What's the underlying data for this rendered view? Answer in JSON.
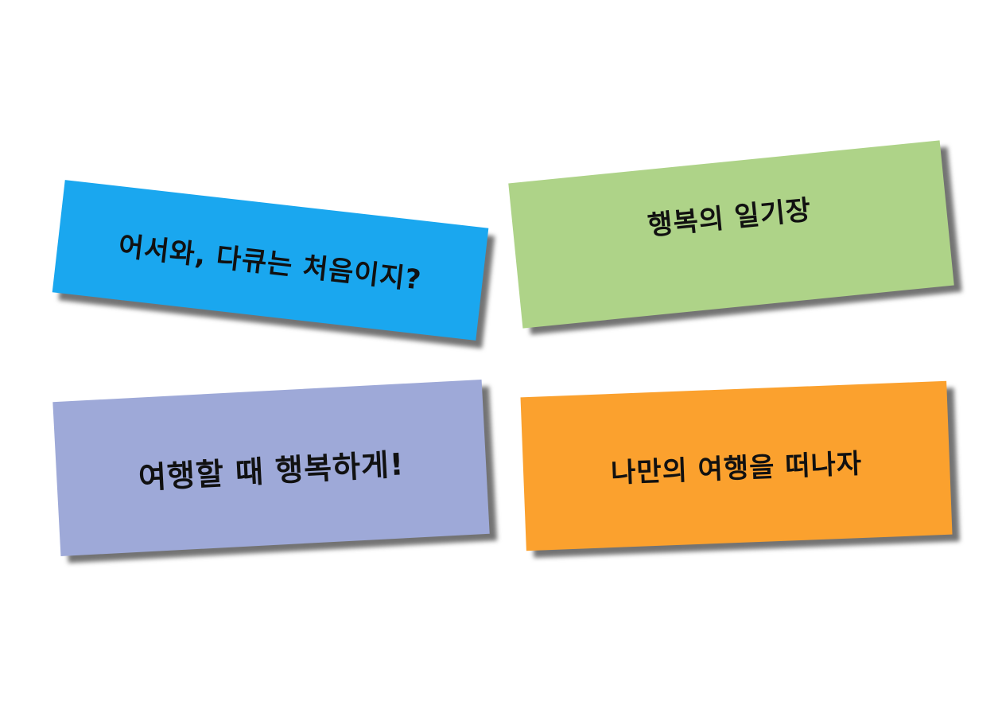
{
  "cards": [
    {
      "text": "어서와, 다큐는 처음이지?",
      "color": "#1aa7ef"
    },
    {
      "text": "행복의 일기장",
      "color": "#aed388"
    },
    {
      "text": "여행할 때 행복하게!",
      "color": "#9ea9d8"
    },
    {
      "text": "나만의 여행을 떠나자",
      "color": "#fba12e"
    }
  ],
  "colors": {
    "background": "#ffffff",
    "text": "#111111"
  }
}
